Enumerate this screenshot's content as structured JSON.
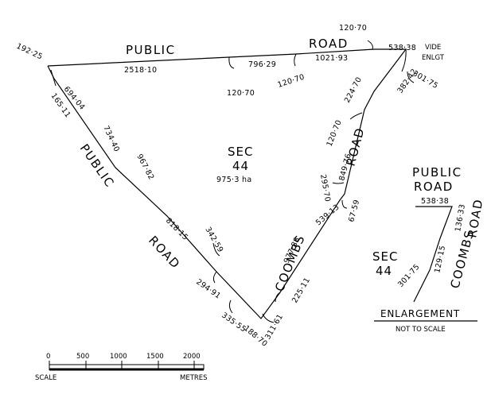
{
  "main_parcel": {
    "section": "SEC",
    "section_number": "44",
    "area": "975·3 ha"
  },
  "roads": {
    "public_top": "PUBLIC",
    "road_top": "ROAD",
    "public_left": "PUBLIC",
    "road_left": "ROAD",
    "road_right": "ROAD",
    "coombs": "COOMBS"
  },
  "dimensions": {
    "top_left_corner": "192·25",
    "top_left_side": "2518·10",
    "top_mid_a": "796·29",
    "top_mid_b": "1021·93",
    "top_tick_1": "120·70",
    "top_tick_2": "120·70",
    "top_tick_3": "120·70",
    "top_right": "538·38",
    "vide_enlgt_1": "VIDE",
    "vide_enlgt_2": "ENLGT",
    "right_corner": "301·75",
    "right_a": "382·42",
    "right_b": "224·70",
    "right_c": "120·70",
    "right_d": "849·76",
    "right_e": "295·70",
    "right_f": "67·59",
    "right_g": "539·13",
    "coombs_a": "977·88",
    "coombs_b": "225·11",
    "bottom_a": "311·61",
    "bottom_b": "188·70",
    "bottom_c": "335·55",
    "bottom_d": "294·91",
    "left_a": "342·59",
    "left_b": "818·15",
    "left_c": "967·82",
    "left_d": "734·40",
    "left_e": "694·04",
    "left_f": "165·11"
  },
  "enlargement": {
    "road_public": "PUBLIC",
    "road_road": "ROAD",
    "top_dim": "538·38",
    "dim_136": "136·33",
    "road_right": "ROAD",
    "dim_129": "129·15",
    "dim_301": "301·75",
    "coombs": "COOMBS",
    "section": "SEC",
    "section_number": "44",
    "title": "ENLARGEMENT",
    "subtitle": "NOT TO SCALE"
  },
  "scale_bar": {
    "ticks": [
      "0",
      "500",
      "1000",
      "1500",
      "2000"
    ],
    "left_label": "SCALE",
    "right_label": "METRES"
  }
}
